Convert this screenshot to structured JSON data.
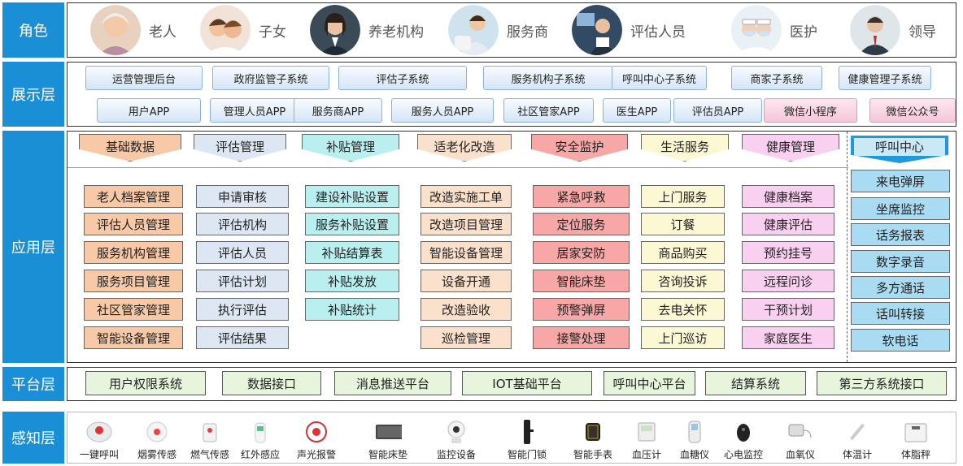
{
  "layers": {
    "role": "角色",
    "presentation": "展示层",
    "application": "应用层",
    "platform": "平台层",
    "sensing": "感知层"
  },
  "roles": [
    "老人",
    "子女",
    "养老机构",
    "服务商",
    "评估人员",
    "医护",
    "领导"
  ],
  "presentation": {
    "row1": [
      "运营管理后台",
      "政府监管子系统",
      "评估子系统",
      "服务机构子系统",
      "呼叫中心子系统",
      "商家子系统",
      "健康管理子系统"
    ],
    "row2": [
      "用户APP",
      "管理人员APP",
      "服务商APP",
      "服务人员APP",
      "社区管家APP",
      "医生APP",
      "评估员APP",
      "微信小程序",
      "微信公众号"
    ]
  },
  "application": {
    "columns": [
      {
        "title": "基础数据",
        "color": "#f7c9a6",
        "item_color": "#f7c9a6",
        "items": [
          "老人档案管理",
          "评估人员管理",
          "服务机构管理",
          "服务项目管理",
          "社区管家管理",
          "智能设备管理"
        ]
      },
      {
        "title": "评估管理",
        "color": "#dde7f3",
        "item_color": "#dde7f3",
        "items": [
          "申请审核",
          "评估机构",
          "评估人员",
          "评估计划",
          "执行评估",
          "评估结果"
        ]
      },
      {
        "title": "补贴管理",
        "color": "#b9efef",
        "item_color": "#b9efef",
        "items": [
          "建设补贴设置",
          "服务补贴设置",
          "补贴结算表",
          "补贴发放",
          "补贴统计"
        ]
      },
      {
        "title": "适老化改造",
        "color": "#fbe1cc",
        "item_color": "#fbe1cc",
        "items": [
          "改造实施工单",
          "改造项目管理",
          "智能设备管理",
          "设备开通",
          "改造验收",
          "巡检管理"
        ]
      },
      {
        "title": "安全监护",
        "color": "#f8a7a7",
        "item_color": "#f8a7a7",
        "items": [
          "紧急呼救",
          "定位服务",
          "居家安防",
          "智能床垫",
          "预警弹屏",
          "接警处理"
        ]
      },
      {
        "title": "生活服务",
        "color": "#fcf8d4",
        "item_color": "#fcf8d4",
        "items": [
          "上门服务",
          "订餐",
          "商品购买",
          "咨询投诉",
          "去电关怀",
          "上门巡访"
        ]
      },
      {
        "title": "健康管理",
        "color": "#f9d0f0",
        "item_color": "#f9d0f0",
        "items": [
          "健康档案",
          "健康评估",
          "预约挂号",
          "远程问诊",
          "干预计划",
          "家庭医生"
        ]
      }
    ],
    "call_center": {
      "title": "呼叫中心",
      "items": [
        "来电弹屏",
        "坐席监控",
        "话务报表",
        "数字录音",
        "多方通话",
        "话叫转接",
        "软电话"
      ]
    }
  },
  "platform": [
    "用户权限系统",
    "数据接口",
    "消息推送平台",
    "IOT基础平台",
    "呼叫中心平台",
    "结算系统",
    "第三方系统接口"
  ],
  "sensing": [
    "一键呼叫",
    "烟雾传感",
    "燃气传感",
    "红外感应",
    "声光报警",
    "智能床垫",
    "监控设备",
    "智能门锁",
    "智能手表",
    "血压计",
    "血糖仪",
    "心电监控",
    "血氧仪",
    "体温计",
    "体脂秤"
  ]
}
